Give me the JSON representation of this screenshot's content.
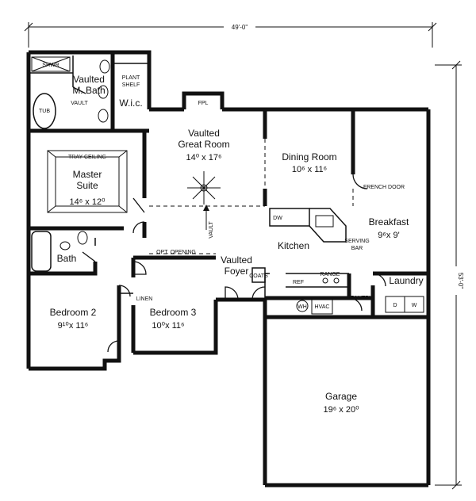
{
  "overall": {
    "width_label": "49'-0\"",
    "depth_label": "53'-0\""
  },
  "rooms": {
    "master_bath": {
      "line1": "Vaulted",
      "line2": "M. Bath"
    },
    "wic": {
      "name": "W.i.c."
    },
    "great_room": {
      "line1": "Vaulted",
      "line2": "Great Room",
      "dim": "14⁰ x 17⁶"
    },
    "dining": {
      "name": "Dining Room",
      "dim": "10⁶ x 11⁶"
    },
    "master_suite": {
      "line1": "Master",
      "line2": "Suite",
      "dim": "14⁶ x 12⁰"
    },
    "breakfast": {
      "name": "Breakfast",
      "dim": "9⁶x 9'"
    },
    "kitchen": {
      "name": "Kitchen"
    },
    "bath": {
      "name": "Bath"
    },
    "foyer": {
      "line1": "Vaulted",
      "line2": "Foyer"
    },
    "laundry": {
      "name": "Laundry"
    },
    "bedroom2": {
      "name": "Bedroom 2",
      "dim": "9¹⁰x 11⁶"
    },
    "bedroom3": {
      "name": "Bedroom 3",
      "dim": "10⁰x 11⁶"
    },
    "garage": {
      "name": "Garage",
      "dim": "19⁶ x 20⁰"
    }
  },
  "labels": {
    "tub": "TUB",
    "shwr": "SHWR",
    "vault": "VAULT",
    "plant_shelf_1": "PLANT",
    "plant_shelf_2": "SHELF",
    "fpl": "FPL",
    "tray_ceiling": "TRAY CEILING",
    "french_door": "FRENCH DOOR",
    "dw": "DW",
    "serving_bar_1": "SERVING",
    "serving_bar_2": "BAR",
    "opt_opening": "OPT. OPENING",
    "vault_arrow": "VAULT",
    "coats": "COATS",
    "ref": "REF",
    "range": "RANGE",
    "pantry": "PANTRY",
    "wh": "WH",
    "hvac": "HVAC",
    "linen": "LINEN",
    "d": "D",
    "w": "W"
  }
}
